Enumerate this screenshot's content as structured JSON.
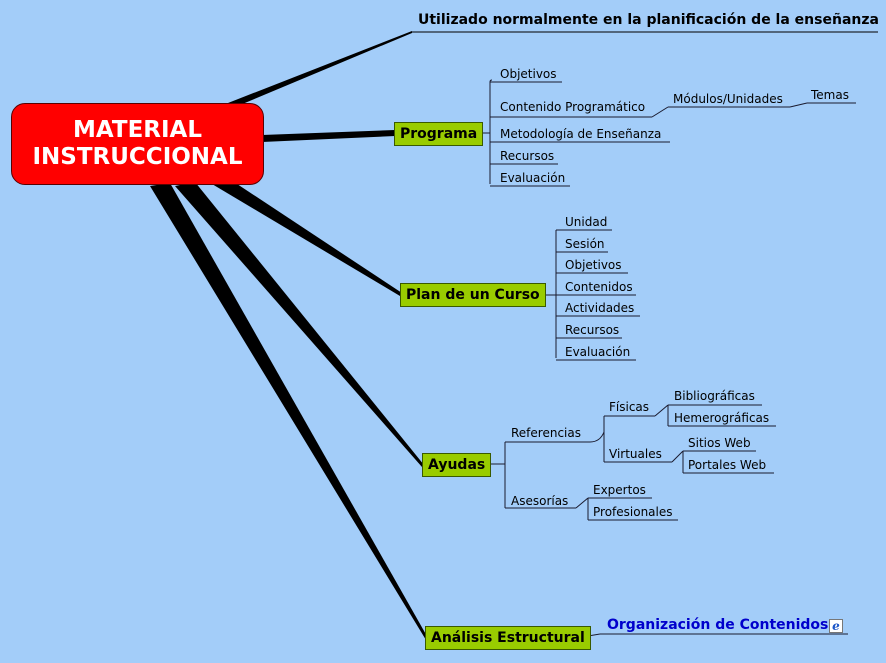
{
  "root": {
    "line1": "MATERIAL",
    "line2": "INSTRUCCIONAL"
  },
  "note": "Utilizado normalmente en la planificación de la enseñanza",
  "programa": {
    "label": "Programa",
    "items": [
      "Objetivos",
      "Contenido Programático",
      "Metodología de  Enseñanza",
      "Recursos",
      "Evaluación"
    ],
    "sub": "Módulos/Unidades",
    "subsub": "Temas"
  },
  "plan": {
    "label": "Plan de un Curso",
    "items": [
      "Unidad",
      "Sesión",
      "Objetivos",
      "Contenidos",
      "Actividades",
      "Recursos",
      "Evaluación"
    ]
  },
  "ayudas": {
    "label": "Ayudas",
    "referencias": "Referencias",
    "fisicas": "Físicas",
    "fisicas_items": [
      "Bibliográficas",
      "Hemerográficas"
    ],
    "virtuales": "Virtuales",
    "virtuales_items": [
      "Sitios Web",
      "Portales Web"
    ],
    "asesorias": "Asesorías",
    "asesorias_items": [
      "Expertos",
      "Profesionales"
    ]
  },
  "analisis": {
    "label": "Análisis Estructural",
    "link": "Organización de Contenidos",
    "link_icon": "internet-explorer-icon"
  },
  "colors": {
    "background": "#a3cdf9",
    "root": "#ff0000",
    "branch": "#99cc00",
    "link": "#0000cc"
  }
}
